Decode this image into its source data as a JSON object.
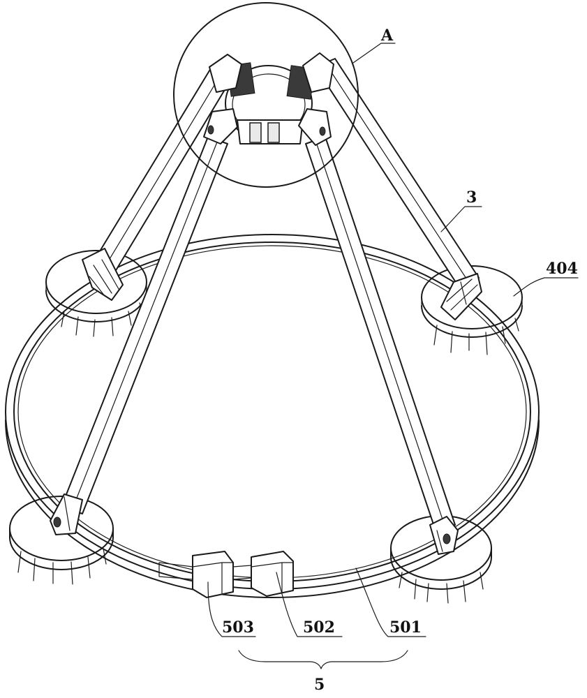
{
  "labels": {
    "detail": "A",
    "rod": "3",
    "base_disc": "404",
    "ring": "501",
    "clamp_right": "502",
    "clamp_left": "503",
    "assembly": "5"
  }
}
